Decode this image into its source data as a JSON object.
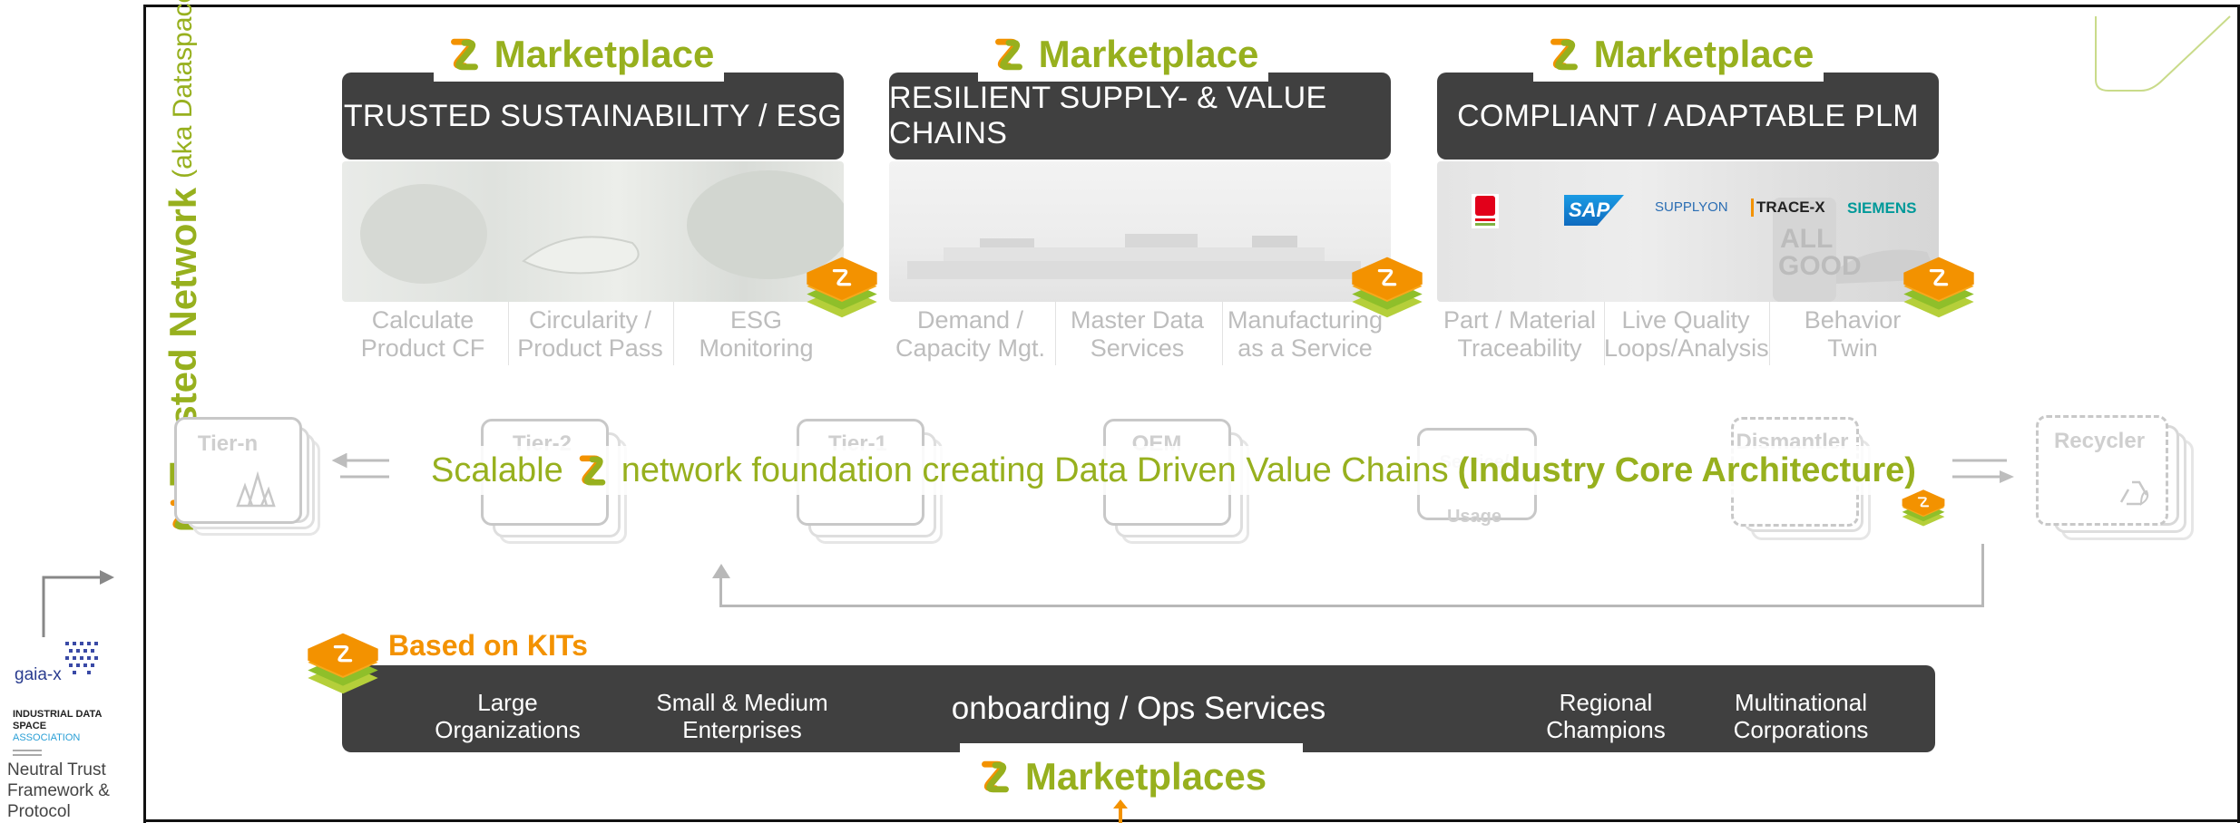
{
  "sidebar": {
    "title_bold": "Trusted Network",
    "title_light": "(aka Dataspace)",
    "gaiax_label": "gaia-x",
    "idsa_line1": "INDUSTRIAL DATA",
    "idsa_line2a": "SPACE",
    "idsa_line2b": "ASSOCIATION",
    "neutral_line1": "Neutral Trust",
    "neutral_line2": "Framework &",
    "neutral_line3": "Protocol"
  },
  "marketplace_label": "Marketplace",
  "panels": [
    {
      "title": "TRUSTED SUSTAINABILITY / ESG",
      "services": [
        {
          "line1": "Calculate",
          "line2": "Product CF"
        },
        {
          "line1": "Circularity /",
          "line2": "Product Pass"
        },
        {
          "line1": "ESG",
          "line2": "Monitoring"
        }
      ]
    },
    {
      "title": "RESILIENT SUPPLY- & VALUE CHAINS",
      "services": [
        {
          "line1": "Demand /",
          "line2": "Capacity Mgt."
        },
        {
          "line1": "Master Data",
          "line2": "Services"
        },
        {
          "line1": "Manufacturing",
          "line2": "as a Service"
        }
      ]
    },
    {
      "title": "COMPLIANT / ADAPTABLE PLM",
      "services": [
        {
          "line1": "Part / Material",
          "line2": "Traceability"
        },
        {
          "line1": "Live Quality",
          "line2": "Loops/Analysis"
        },
        {
          "line1": "Behavior",
          "line2": "Twin"
        }
      ],
      "partner_logos": {
        "sap": "SAP",
        "supplyon": "SUPPLYON",
        "tracex": "TRACE-X",
        "siemens": "SIEMENS"
      },
      "photo_sign": "ALL GOOD"
    }
  ],
  "chain": {
    "tiers": [
      "Tier-n",
      "Tier-2",
      "Tier-1",
      "OEM",
      "Service/ Usage",
      "Dismantler",
      "Recycler"
    ],
    "headline_pre": "Scalable",
    "headline_mid": "network foundation creating Data Driven Value Chains",
    "headline_bold": "(Industry Core Architecture)"
  },
  "bottom": {
    "kits_label": "Based on KITs",
    "left_items": [
      {
        "line1": "Large",
        "line2": "Organizations"
      },
      {
        "line1": "Small & Medium",
        "line2": "Enterprises"
      }
    ],
    "center_label": "onboarding / Ops Services",
    "right_items": [
      {
        "line1": "Regional",
        "line2": "Champions"
      },
      {
        "line1": "Multinational",
        "line2": "Corporations"
      }
    ],
    "marketplaces_label": "Marketplaces"
  },
  "colors": {
    "green": "#97b01e",
    "orange": "#f39200",
    "dark_panel": "#404040",
    "frame": "#111111"
  },
  "icons": [
    "catena-x-logo-icon",
    "kit-stack-icon",
    "crystal-icon",
    "recycle-icon",
    "arrow-left-icon",
    "arrow-right-icon",
    "arrow-up-icon"
  ]
}
